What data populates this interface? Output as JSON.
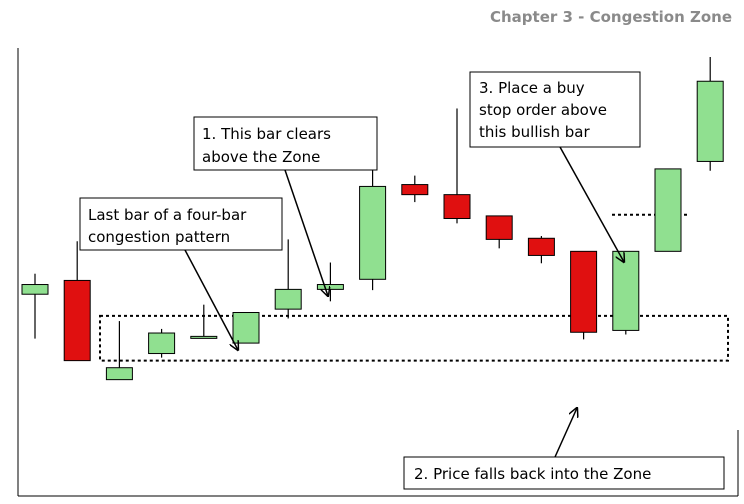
{
  "header": {
    "title": "Chapter 3 - Congestion Zone"
  },
  "colors": {
    "bull": "#90e090",
    "bear": "#e01010",
    "frame": "#000000"
  },
  "chart_data": {
    "type": "candlestick",
    "title": "Chapter 3 - Congestion Zone",
    "xlabel": "",
    "ylabel": "",
    "ylim": [
      0,
      100
    ],
    "grid": false,
    "candles": [
      {
        "open": 36.4,
        "high": 41.9,
        "low": 24.5,
        "close": 39.0
      },
      {
        "open": 40.1,
        "high": 50.6,
        "low": 18.6,
        "close": 18.6
      },
      {
        "open": 13.5,
        "high": 29.2,
        "low": 15.9,
        "close": 16.7
      },
      {
        "open": 20.5,
        "high": 27.1,
        "low": 19.4,
        "close": 26.0
      },
      {
        "open": 24.9,
        "high": 33.6,
        "low": 24.9,
        "close": 25.1
      },
      {
        "open": 23.3,
        "high": 31.5,
        "low": 23.3,
        "close": 31.5
      },
      {
        "open": 32.4,
        "high": 51.1,
        "low": 29.9,
        "close": 37.7
      },
      {
        "open": 37.7,
        "high": 44.9,
        "low": 34.5,
        "close": 39.0
      },
      {
        "open": 40.4,
        "high": 72.0,
        "low": 37.5,
        "close": 65.3
      },
      {
        "open": 65.8,
        "high": 68.2,
        "low": 61.1,
        "close": 63.1
      },
      {
        "open": 63.1,
        "high": 86.2,
        "low": 55.4,
        "close": 56.7
      },
      {
        "open": 57.4,
        "high": 57.4,
        "low": 48.7,
        "close": 51.1
      },
      {
        "open": 51.4,
        "high": 52.0,
        "low": 44.7,
        "close": 46.8
      },
      {
        "open": 47.9,
        "high": 47.9,
        "low": 24.3,
        "close": 26.2
      },
      {
        "open": 26.7,
        "high": 47.9,
        "low": 25.6,
        "close": 47.9
      },
      {
        "open": 47.9,
        "high": 70.0,
        "low": 47.9,
        "close": 70.0
      },
      {
        "open": 72.0,
        "high": 100.0,
        "low": 69.5,
        "close": 93.5
      }
    ],
    "annotations": [
      {
        "id": "last-bar",
        "text": [
          "Last bar of a four-bar",
          "congestion pattern"
        ]
      },
      {
        "id": "bar-clears",
        "text": [
          "1. This bar clears",
          "above the Zone"
        ]
      },
      {
        "id": "buy-stop",
        "text": [
          "3. Place a buy",
          "stop order above",
          "this bullish bar"
        ]
      },
      {
        "id": "price-falls",
        "text": [
          "2. Price falls back into the Zone"
        ]
      }
    ],
    "congestion_zone": {
      "low": 18.6,
      "high": 30.6
    },
    "buy_stop_level": 57.7
  }
}
